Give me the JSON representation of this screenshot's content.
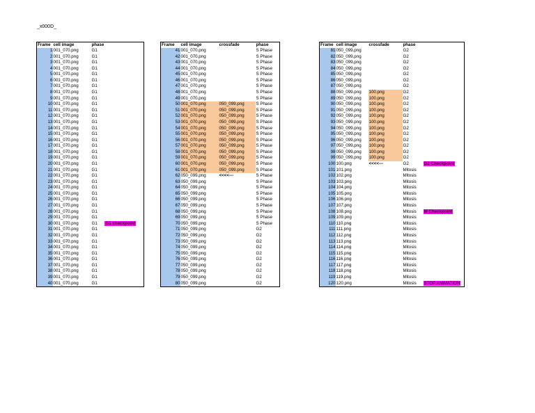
{
  "doc_title": "_x000D_",
  "colors": {
    "frame": "#a7c8ec",
    "crossfade": "#f9c89b",
    "note": "#ff00ff"
  },
  "tables": [
    {
      "headers": [
        "Frame",
        "cell image",
        "phase",
        ""
      ],
      "rows": [
        [
          "1",
          "001_070.png",
          "G1",
          ""
        ],
        [
          "2",
          "001_070.png",
          "G1",
          ""
        ],
        [
          "3",
          "001_070.png",
          "G1",
          ""
        ],
        [
          "4",
          "001_070.png",
          "G1",
          ""
        ],
        [
          "5",
          "001_070.png",
          "G1",
          ""
        ],
        [
          "6",
          "001_070.png",
          "G1",
          ""
        ],
        [
          "7",
          "001_070.png",
          "G1",
          ""
        ],
        [
          "8",
          "001_070.png",
          "G1",
          ""
        ],
        [
          "9",
          "001_070.png",
          "G1",
          ""
        ],
        [
          "10",
          "001_070.png",
          "G1",
          ""
        ],
        [
          "11",
          "001_070.png",
          "G1",
          ""
        ],
        [
          "12",
          "001_070.png",
          "G1",
          ""
        ],
        [
          "13",
          "001_070.png",
          "G1",
          ""
        ],
        [
          "14",
          "001_070.png",
          "G1",
          ""
        ],
        [
          "15",
          "001_070.png",
          "G1",
          ""
        ],
        [
          "16",
          "001_070.png",
          "G1",
          ""
        ],
        [
          "17",
          "001_070.png",
          "G1",
          ""
        ],
        [
          "18",
          "001_070.png",
          "G1",
          ""
        ],
        [
          "19",
          "001_070.png",
          "G1",
          ""
        ],
        [
          "20",
          "001_070.png",
          "G1",
          ""
        ],
        [
          "21",
          "001_070.png",
          "G1",
          ""
        ],
        [
          "22",
          "001_070.png",
          "G1",
          ""
        ],
        [
          "23",
          "001_070.png",
          "G1",
          ""
        ],
        [
          "24",
          "001_070.png",
          "G1",
          ""
        ],
        [
          "25",
          "001_070.png",
          "G1",
          ""
        ],
        [
          "26",
          "001_070.png",
          "G1",
          ""
        ],
        [
          "27",
          "001_070.png",
          "G1",
          ""
        ],
        [
          "28",
          "001_070.png",
          "G1",
          ""
        ],
        [
          "29",
          "001_070.png",
          "G1",
          ""
        ],
        [
          "30",
          "001_070.png",
          "G1",
          "G1 checkpoint"
        ],
        [
          "31",
          "001_070.png",
          "G1",
          ""
        ],
        [
          "32",
          "001_070.png",
          "G1",
          ""
        ],
        [
          "33",
          "001_070.png",
          "G1",
          ""
        ],
        [
          "34",
          "001_070.png",
          "G1",
          ""
        ],
        [
          "35",
          "001_070.png",
          "G1",
          ""
        ],
        [
          "36",
          "001_070.png",
          "G1",
          ""
        ],
        [
          "37",
          "001_070.png",
          "G1",
          ""
        ],
        [
          "38",
          "001_070.png",
          "G1",
          ""
        ],
        [
          "39",
          "001_070.png",
          "G1",
          ""
        ],
        [
          "40",
          "001_070.png",
          "G1",
          ""
        ]
      ]
    },
    {
      "headers": [
        "Frame",
        "cell image",
        "crossfade",
        "phase"
      ],
      "rows": [
        [
          "41",
          "001_070.png",
          "",
          "S Phase"
        ],
        [
          "42",
          "001_070.png",
          "",
          "S Phase"
        ],
        [
          "43",
          "001_070.png",
          "",
          "S Phase"
        ],
        [
          "44",
          "001_070.png",
          "",
          "S Phase"
        ],
        [
          "45",
          "001_070.png",
          "",
          "S Phase"
        ],
        [
          "46",
          "001_070.png",
          "",
          "S Phase"
        ],
        [
          "47",
          "001_070.png",
          "",
          "S Phase"
        ],
        [
          "48",
          "001_070.png",
          "",
          "S Phase"
        ],
        [
          "49",
          "001_070.png",
          "",
          "S Phase"
        ],
        [
          "50",
          "001_070.png",
          "050_099.png",
          "S Phase"
        ],
        [
          "51",
          "001_070.png",
          "050_099.png",
          "S Phase"
        ],
        [
          "52",
          "001_070.png",
          "050_099.png",
          "S Phase"
        ],
        [
          "53",
          "001_070.png",
          "050_099.png",
          "S Phase"
        ],
        [
          "54",
          "001_070.png",
          "050_099.png",
          "S Phase"
        ],
        [
          "55",
          "001_070.png",
          "050_099.png",
          "S Phase"
        ],
        [
          "56",
          "001_070.png",
          "050_099.png",
          "S Phase"
        ],
        [
          "57",
          "001_070.png",
          "050_099.png",
          "S Phase"
        ],
        [
          "58",
          "001_070.png",
          "050_099.png",
          "S Phase"
        ],
        [
          "59",
          "001_070.png",
          "050_099.png",
          "S Phase"
        ],
        [
          "60",
          "001_070.png",
          "050_099.png",
          "S Phase"
        ],
        [
          "61",
          "001_070.png",
          "050_099.png",
          "S Phase"
        ],
        [
          "62",
          "050_099.png",
          "<<<<---",
          "S Phase"
        ],
        [
          "63",
          "050_099.png",
          "",
          "S Phase"
        ],
        [
          "64",
          "050_099.png",
          "",
          "S Phase"
        ],
        [
          "65",
          "050_099.png",
          "",
          "S Phase"
        ],
        [
          "66",
          "050_099.png",
          "",
          "S Phase"
        ],
        [
          "67",
          "050_099.png",
          "",
          "S Phase"
        ],
        [
          "68",
          "050_099.png",
          "",
          "S Phase"
        ],
        [
          "69",
          "050_099.png",
          "",
          "S Phase"
        ],
        [
          "70",
          "050_099.png",
          "",
          "S Phase"
        ],
        [
          "71",
          "050_099.png",
          "",
          "G2"
        ],
        [
          "72",
          "050_099.png",
          "",
          "G2"
        ],
        [
          "73",
          "050_099.png",
          "",
          "G2"
        ],
        [
          "74",
          "050_099.png",
          "",
          "G2"
        ],
        [
          "75",
          "050_099.png",
          "",
          "G2"
        ],
        [
          "76",
          "050_099.png",
          "",
          "G2"
        ],
        [
          "77",
          "050_099.png",
          "",
          "G2"
        ],
        [
          "78",
          "050_099.png",
          "",
          "G2"
        ],
        [
          "79",
          "050_099.png",
          "",
          "G2"
        ],
        [
          "80",
          "050_099.png",
          "",
          "G2"
        ]
      ]
    },
    {
      "headers": [
        "Frame",
        "cell image",
        "crossfade",
        "phase",
        ""
      ],
      "rows": [
        [
          "81",
          "050_099.png",
          "",
          "G2",
          ""
        ],
        [
          "82",
          "050_099.png",
          "",
          "G2",
          ""
        ],
        [
          "83",
          "050_099.png",
          "",
          "G2",
          ""
        ],
        [
          "84",
          "050_099.png",
          "",
          "G2",
          ""
        ],
        [
          "85",
          "050_099.png",
          "",
          "G2",
          ""
        ],
        [
          "86",
          "050_099.png",
          "",
          "G2",
          ""
        ],
        [
          "87",
          "050_099.png",
          "",
          "G2",
          ""
        ],
        [
          "88",
          "050_099.png",
          "100.png",
          "G2",
          ""
        ],
        [
          "89",
          "050_099.png",
          "100.png",
          "G2",
          ""
        ],
        [
          "90",
          "050_099.png",
          "100.png",
          "G2",
          ""
        ],
        [
          "91",
          "050_099.png",
          "100.png",
          "G2",
          ""
        ],
        [
          "92",
          "050_099.png",
          "100.png",
          "G2",
          ""
        ],
        [
          "93",
          "050_099.png",
          "100.png",
          "G2",
          ""
        ],
        [
          "94",
          "050_099.png",
          "100.png",
          "G2",
          ""
        ],
        [
          "95",
          "050_099.png",
          "100.png",
          "G2",
          ""
        ],
        [
          "96",
          "050_099.png",
          "100.png",
          "G2",
          ""
        ],
        [
          "97",
          "050_099.png",
          "100.png",
          "G2",
          ""
        ],
        [
          "98",
          "050_099.png",
          "100.png",
          "G2",
          ""
        ],
        [
          "99",
          "050_099.png",
          "100.png",
          "G2",
          ""
        ],
        [
          "100",
          "100.png",
          "<<<<---",
          "G2",
          "G2 Checkpoint"
        ],
        [
          "101",
          "101.png",
          "",
          "Mitosis",
          ""
        ],
        [
          "102",
          "102.png",
          "",
          "Mitosis",
          ""
        ],
        [
          "103",
          "103.png",
          "",
          "Mitosis",
          ""
        ],
        [
          "104",
          "104.png",
          "",
          "Mitosis",
          ""
        ],
        [
          "105",
          "105.png",
          "",
          "Mitosis",
          ""
        ],
        [
          "106",
          "106.png",
          "",
          "Mitosis",
          ""
        ],
        [
          "107",
          "107.png",
          "",
          "Mitosis",
          ""
        ],
        [
          "108",
          "108.png",
          "",
          "Mitosis",
          "M Checkpoint"
        ],
        [
          "109",
          "109.png",
          "",
          "Mitosis",
          ""
        ],
        [
          "110",
          "110.png",
          "",
          "Mitosis",
          ""
        ],
        [
          "111",
          "111.png",
          "",
          "Mitosis",
          ""
        ],
        [
          "112",
          "112.png",
          "",
          "Mitosis",
          ""
        ],
        [
          "113",
          "113.png",
          "",
          "Mitosis",
          ""
        ],
        [
          "114",
          "114.png",
          "",
          "Mitosis",
          ""
        ],
        [
          "115",
          "115.png",
          "",
          "Mitosis",
          ""
        ],
        [
          "116",
          "116.png",
          "",
          "Mitosis",
          ""
        ],
        [
          "117",
          "117.png",
          "",
          "Mitosis",
          ""
        ],
        [
          "118",
          "118.png",
          "",
          "Mitosis",
          ""
        ],
        [
          "119",
          "119.png",
          "",
          "Mitosis",
          ""
        ],
        [
          "120",
          "120.png",
          "",
          "Mitosis",
          "STOP ANIMATION"
        ]
      ]
    }
  ]
}
